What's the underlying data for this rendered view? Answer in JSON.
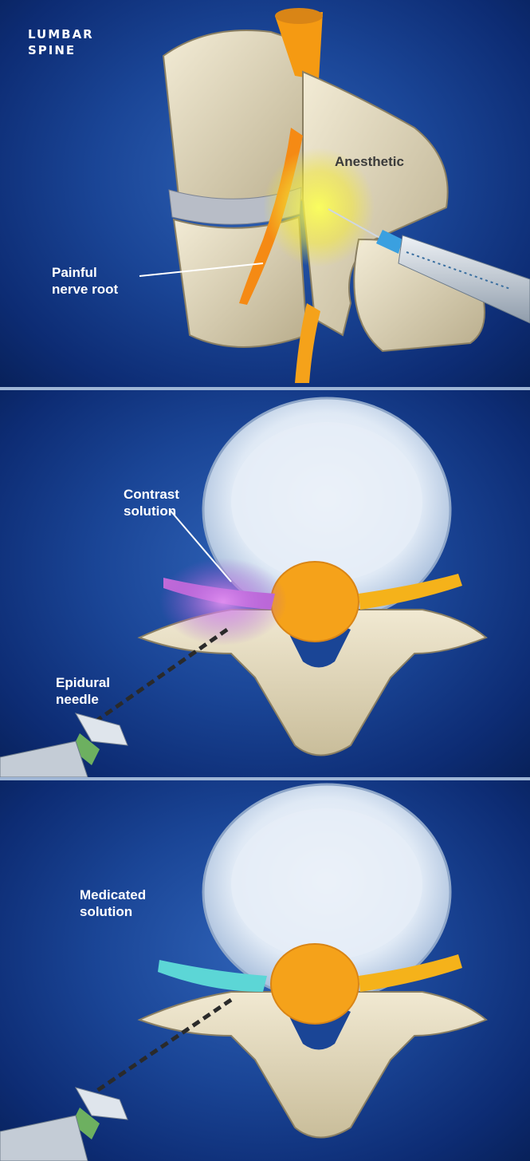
{
  "title": "LUMBAR\nSPINE",
  "panels": [
    {
      "labels": {
        "anesthetic": "Anesthetic",
        "nerve": "Painful\nnerve root"
      }
    },
    {
      "labels": {
        "contrast": "Contrast\nsolution",
        "needle": "Epidural\nneedle"
      }
    },
    {
      "labels": {
        "medicated": "Medicated\nsolution"
      }
    }
  ],
  "colors": {
    "background": "#1a4596",
    "bone": "#e8dfc4",
    "nerve": "#f5a21a",
    "contrast": "#c070e0",
    "medicated": "#5cd6d6",
    "anesthetic": "#f4f040"
  }
}
